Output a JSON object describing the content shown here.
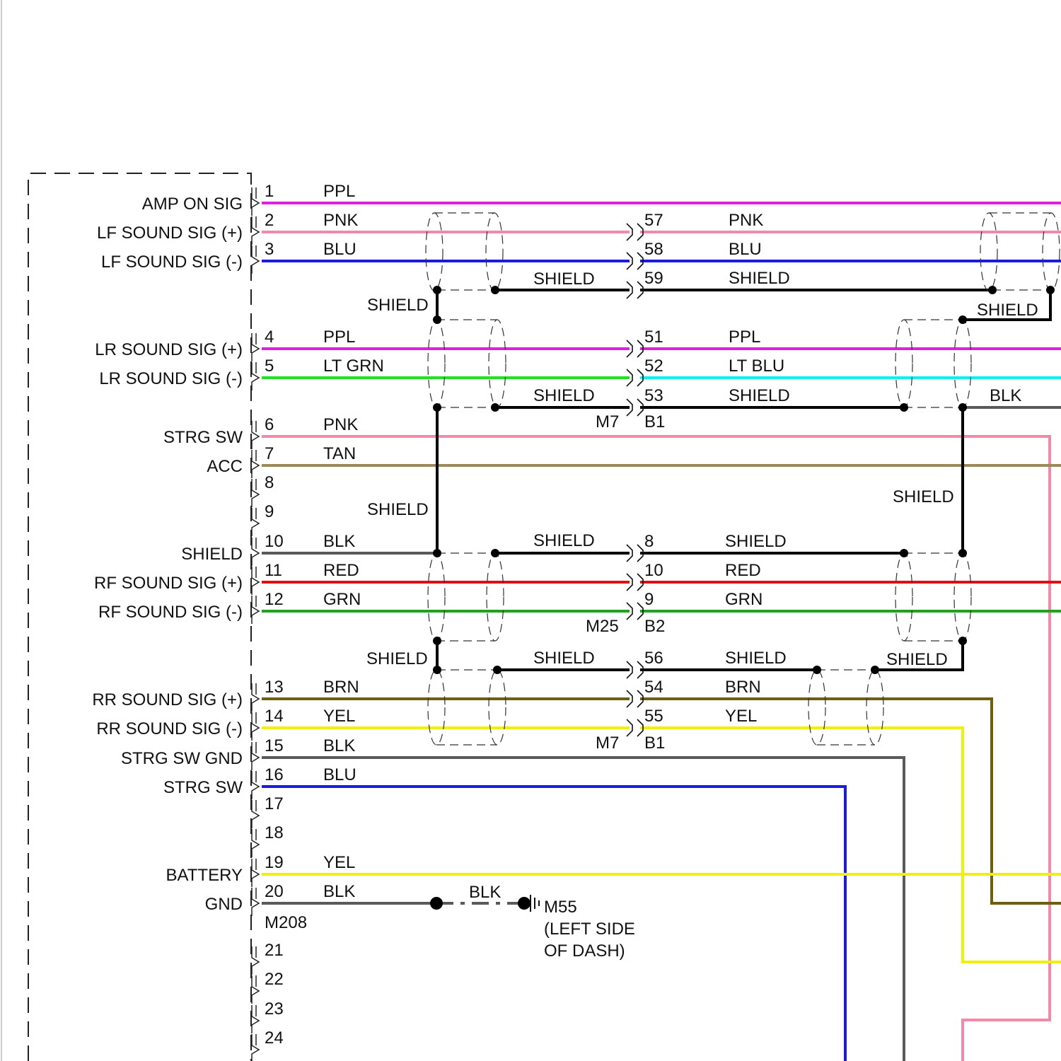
{
  "wire_colors": {
    "PPL": "#e020e0",
    "PNK": "#f08aa8",
    "BLU": "#1a1ae0",
    "LT GRN": "#22e022",
    "LT BLU": "#10f0f0",
    "TAN": "#9c8a5a",
    "BLK": "#5a5a5a",
    "SHIELD": "#000000",
    "RED": "#e01010",
    "GRN": "#22a022",
    "BRN": "#6e5f10",
    "YEL": "#f0f010"
  },
  "module_pins": [
    {
      "pin": "1",
      "signal": "AMP ON SIG",
      "wire": "PPL"
    },
    {
      "pin": "2",
      "signal": "LF SOUND SIG (+)",
      "wire": "PNK"
    },
    {
      "pin": "3",
      "signal": "LF SOUND SIG (-)",
      "wire": "BLU"
    },
    {
      "pin": "4",
      "signal": "LR SOUND SIG (+)",
      "wire": "PPL"
    },
    {
      "pin": "5",
      "signal": "LR SOUND SIG (-)",
      "wire": "LT GRN"
    },
    {
      "pin": "6",
      "signal": "STRG SW",
      "wire": "PNK"
    },
    {
      "pin": "7",
      "signal": "ACC",
      "wire": "TAN"
    },
    {
      "pin": "8",
      "signal": "",
      "wire": ""
    },
    {
      "pin": "9",
      "signal": "",
      "wire": ""
    },
    {
      "pin": "10",
      "signal": "SHIELD",
      "wire": "BLK"
    },
    {
      "pin": "11",
      "signal": "RF SOUND SIG (+)",
      "wire": "RED"
    },
    {
      "pin": "12",
      "signal": "RF SOUND SIG (-)",
      "wire": "GRN"
    },
    {
      "pin": "13",
      "signal": "RR SOUND SIG (+)",
      "wire": "BRN"
    },
    {
      "pin": "14",
      "signal": "RR SOUND SIG (-)",
      "wire": "YEL"
    },
    {
      "pin": "15",
      "signal": "STRG SW GND",
      "wire": "BLK"
    },
    {
      "pin": "16",
      "signal": "STRG SW",
      "wire": "BLU"
    },
    {
      "pin": "17",
      "signal": "",
      "wire": ""
    },
    {
      "pin": "18",
      "signal": "",
      "wire": ""
    },
    {
      "pin": "19",
      "signal": "BATTERY",
      "wire": "YEL"
    },
    {
      "pin": "20",
      "signal": "GND",
      "wire": "BLK"
    },
    {
      "pin": "21",
      "signal": "",
      "wire": ""
    },
    {
      "pin": "22",
      "signal": "",
      "wire": ""
    },
    {
      "pin": "23",
      "signal": "",
      "wire": ""
    },
    {
      "pin": "24",
      "signal": "",
      "wire": ""
    }
  ],
  "module_connector": "M208",
  "far_side_pins": [
    {
      "pin": "57",
      "wire": "PNK"
    },
    {
      "pin": "58",
      "wire": "BLU"
    },
    {
      "pin": "59",
      "wire": "SHIELD"
    },
    {
      "pin": "51",
      "wire": "PPL"
    },
    {
      "pin": "52",
      "wire": "LT BLU"
    },
    {
      "pin": "53",
      "wire": "SHIELD"
    },
    {
      "pin": "8",
      "wire": "SHIELD"
    },
    {
      "pin": "10",
      "wire": "RED"
    },
    {
      "pin": "9",
      "wire": "GRN"
    },
    {
      "pin": "56",
      "wire": "SHIELD"
    },
    {
      "pin": "54",
      "wire": "BRN"
    },
    {
      "pin": "55",
      "wire": "YEL"
    }
  ],
  "inline_connectors": [
    {
      "left": "M7",
      "right": "B1"
    },
    {
      "left": "M25",
      "right": "B2"
    },
    {
      "left": "M7",
      "right": "B1"
    }
  ],
  "shield_label": "SHIELD",
  "blk_label": "BLK",
  "ground": {
    "wire": "BLK",
    "point": "M55",
    "location_line1": "(LEFT SIDE",
    "location_line2": "OF DASH)"
  }
}
